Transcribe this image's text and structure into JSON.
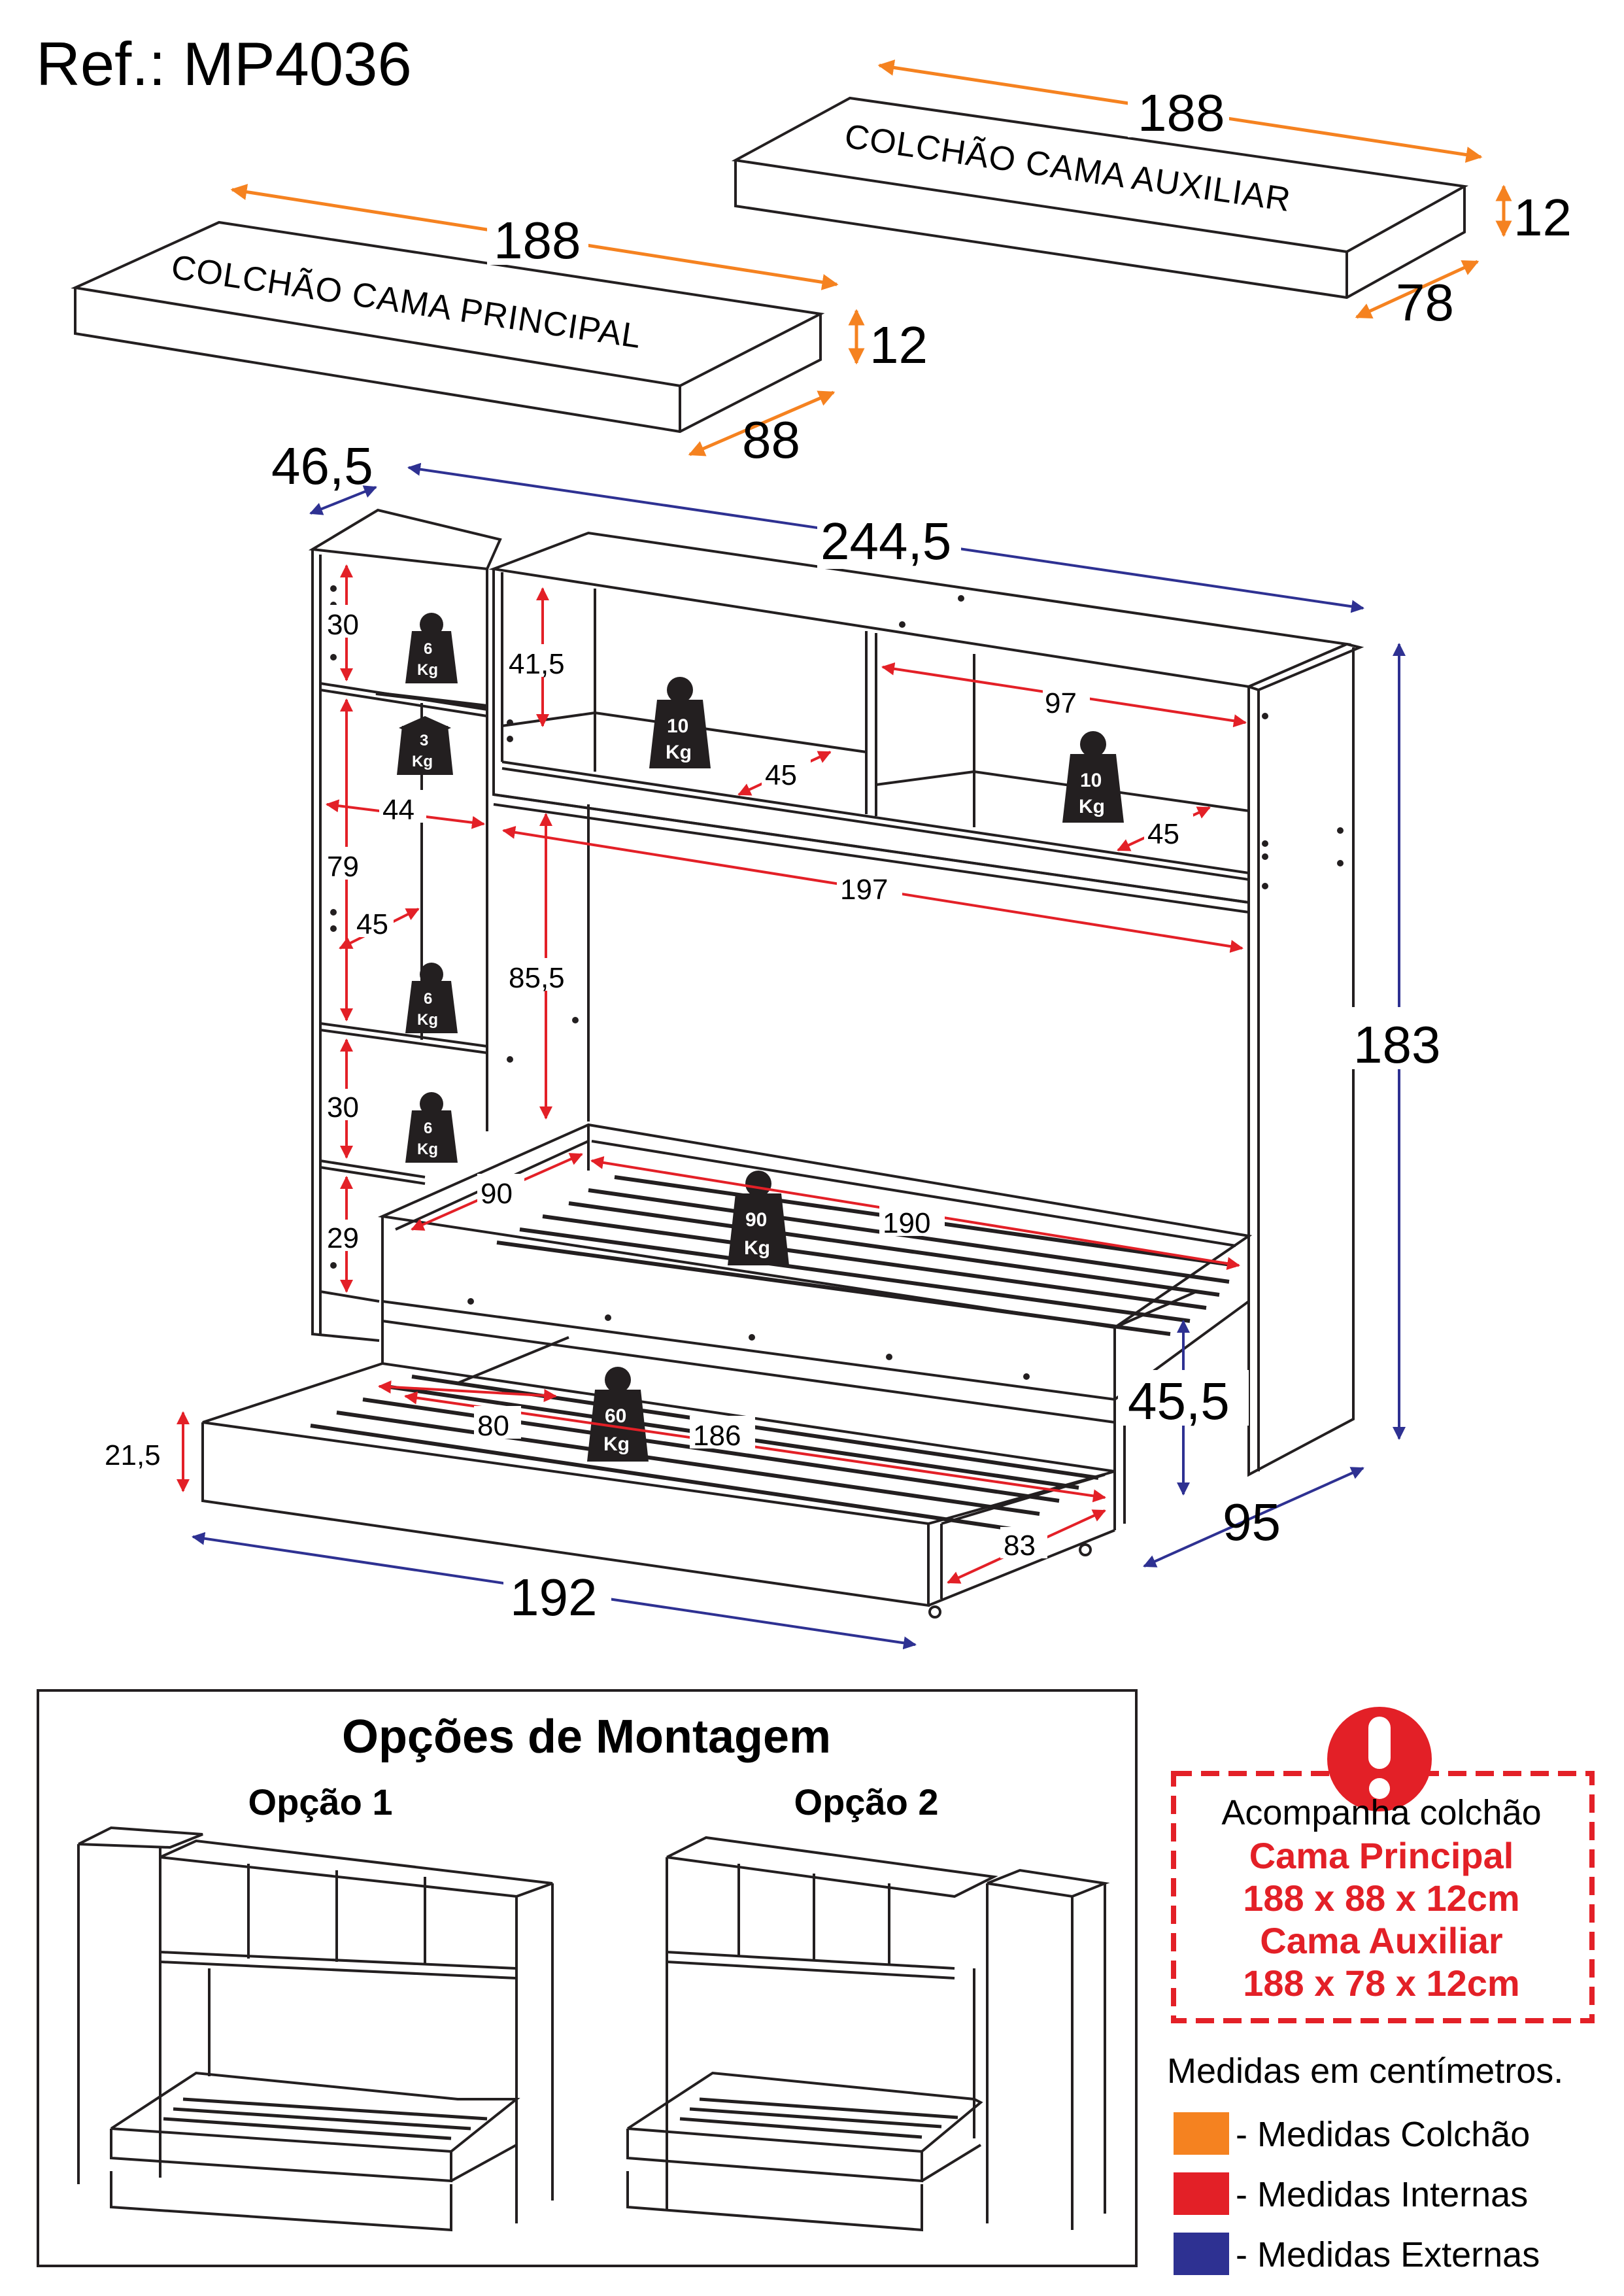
{
  "reference": "Ref.: MP4036",
  "colors": {
    "mattress": "#f58220",
    "internal": "#e32027",
    "external": "#2e3192",
    "line": "#231f20"
  },
  "mattresses": {
    "auxiliary": {
      "label": "COLCHÃO CAMA AUXILIAR",
      "length": "188",
      "width": "78",
      "height": "12"
    },
    "main": {
      "label": "COLCHÃO CAMA PRINCIPAL",
      "length": "188",
      "width": "88",
      "height": "12"
    }
  },
  "external_dims": {
    "depth_top": "46,5",
    "width": "244,5",
    "height": "183",
    "depth": "95",
    "bed_height": "45,5",
    "trundle_length": "192",
    "trundle_height": "21,5"
  },
  "internal_dims": {
    "side_shelf_top": "30",
    "side_width": "44",
    "side_middle": "79",
    "side_depth": "45",
    "side_lower": "30",
    "side_bottom": "29",
    "top_niche_height": "41,5",
    "top_niche_depth": "45",
    "top_right_width": "97",
    "top_right_depth": "45",
    "bed_span": "197",
    "bed_clearance": "85,5",
    "main_bed_width": "90",
    "main_bed_length": "190",
    "trundle_width": "80",
    "trundle_length": "186",
    "trundle_depth": "83"
  },
  "weights": {
    "shelf_top": {
      "value": "6",
      "unit": "Kg"
    },
    "hanger": {
      "value": "3",
      "unit": "Kg"
    },
    "shelf_mid": {
      "value": "6",
      "unit": "Kg"
    },
    "shelf_low": {
      "value": "6",
      "unit": "Kg"
    },
    "niche_left": {
      "value": "10",
      "unit": "Kg"
    },
    "niche_right": {
      "value": "10",
      "unit": "Kg"
    },
    "main_bed": {
      "value": "90",
      "unit": "Kg"
    },
    "trundle": {
      "value": "60",
      "unit": "Kg"
    }
  },
  "assembly": {
    "title": "Opções de Montagem",
    "option1": "Opção 1",
    "option2": "Opção 2"
  },
  "notice": {
    "intro": "Acompanha colchão",
    "main_title": "Cama Principal",
    "main_size": "188 x 88 x 12cm",
    "aux_title": "Cama Auxiliar",
    "aux_size": "188 x 78 x 12cm"
  },
  "legend": {
    "heading": "Medidas em centímetros.",
    "items": [
      {
        "color": "#f58220",
        "label": "- Medidas Colchão"
      },
      {
        "color": "#e32027",
        "label": "- Medidas Internas"
      },
      {
        "color": "#2e3192",
        "label": "- Medidas Externas"
      }
    ]
  }
}
